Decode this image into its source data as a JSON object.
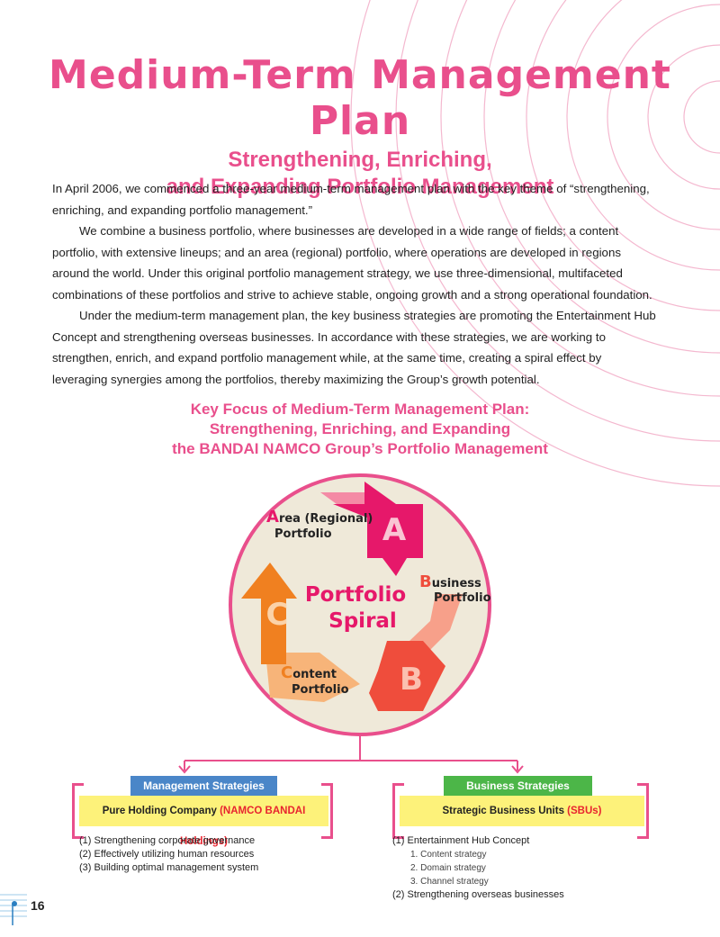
{
  "header": {
    "title": "Medium-Term Management Plan",
    "subtitle_line1": "Strengthening, Enriching,",
    "subtitle_line2": "and Expanding Portfolio Management"
  },
  "body": {
    "paragraphs": [
      "In April 2006, we commenced a three-year medium-term management plan with the key theme of “strengthening, enriching, and expanding portfolio management.”",
      "We combine a business portfolio, where businesses are developed in a wide range of fields; a content portfolio, with extensive lineups; and an area (regional) portfolio, where operations are developed in regions around the world. Under this original portfolio management strategy, we use three-dimensional, multifaceted combinations of these portfolios and strive to achieve stable, ongoing growth and a strong operational foundation.",
      "Under the medium-term management plan, the key business strategies are promoting the Entertainment Hub Concept and strengthening overseas businesses. In accordance with these strategies, we are working to strengthen, enrich, and expand portfolio management while, at the same time, creating a spiral effect by leveraging synergies among the portfolios, thereby maximizing the Group’s growth potential."
    ]
  },
  "focus": {
    "title_line1": "Key Focus of Medium-Term Management Plan:",
    "title_line2": "Strengthening, Enriching, and Expanding",
    "title_line3": "the BANDAI NAMCO Group’s Portfolio Management"
  },
  "diagram": {
    "center_line1": "Portfolio",
    "center_line2": "Spiral",
    "area": {
      "initial": "A",
      "rest": "rea (Regional)",
      "line2": "Portfolio",
      "letter": "A"
    },
    "business": {
      "initial": "B",
      "rest": "usiness",
      "line2": "Portfolio",
      "letter": "B"
    },
    "content": {
      "initial": "C",
      "rest": "ontent",
      "line2": "Portfolio",
      "letter": "C"
    },
    "colors": {
      "circle_fill": "#efe9d9",
      "circle_border": "#e94f8c",
      "magenta": "#e6186a",
      "orange": "#f08020",
      "red_orange": "#ef4d3c"
    }
  },
  "management": {
    "tag": "Management Strategies",
    "box_label": "Pure Holding Company",
    "box_accent": "(NAMCO BANDAI Holdings)",
    "items": [
      "(1) Strengthening corporate governance",
      "(2) Effectively utilizing human resources",
      "(3) Building optimal management system"
    ],
    "tag_color": "#4a86c8"
  },
  "business_strategies": {
    "tag": "Business Strategies",
    "box_label": "Strategic Business Units",
    "box_accent": "(SBUs)",
    "item1": "(1) Entertainment Hub Concept",
    "subitems": [
      "1. Content strategy",
      "2. Domain strategy",
      "3. Channel strategy"
    ],
    "item2": "(2) Strengthening overseas businesses",
    "tag_color": "#4cb648"
  },
  "footer": {
    "page_number": "16"
  }
}
